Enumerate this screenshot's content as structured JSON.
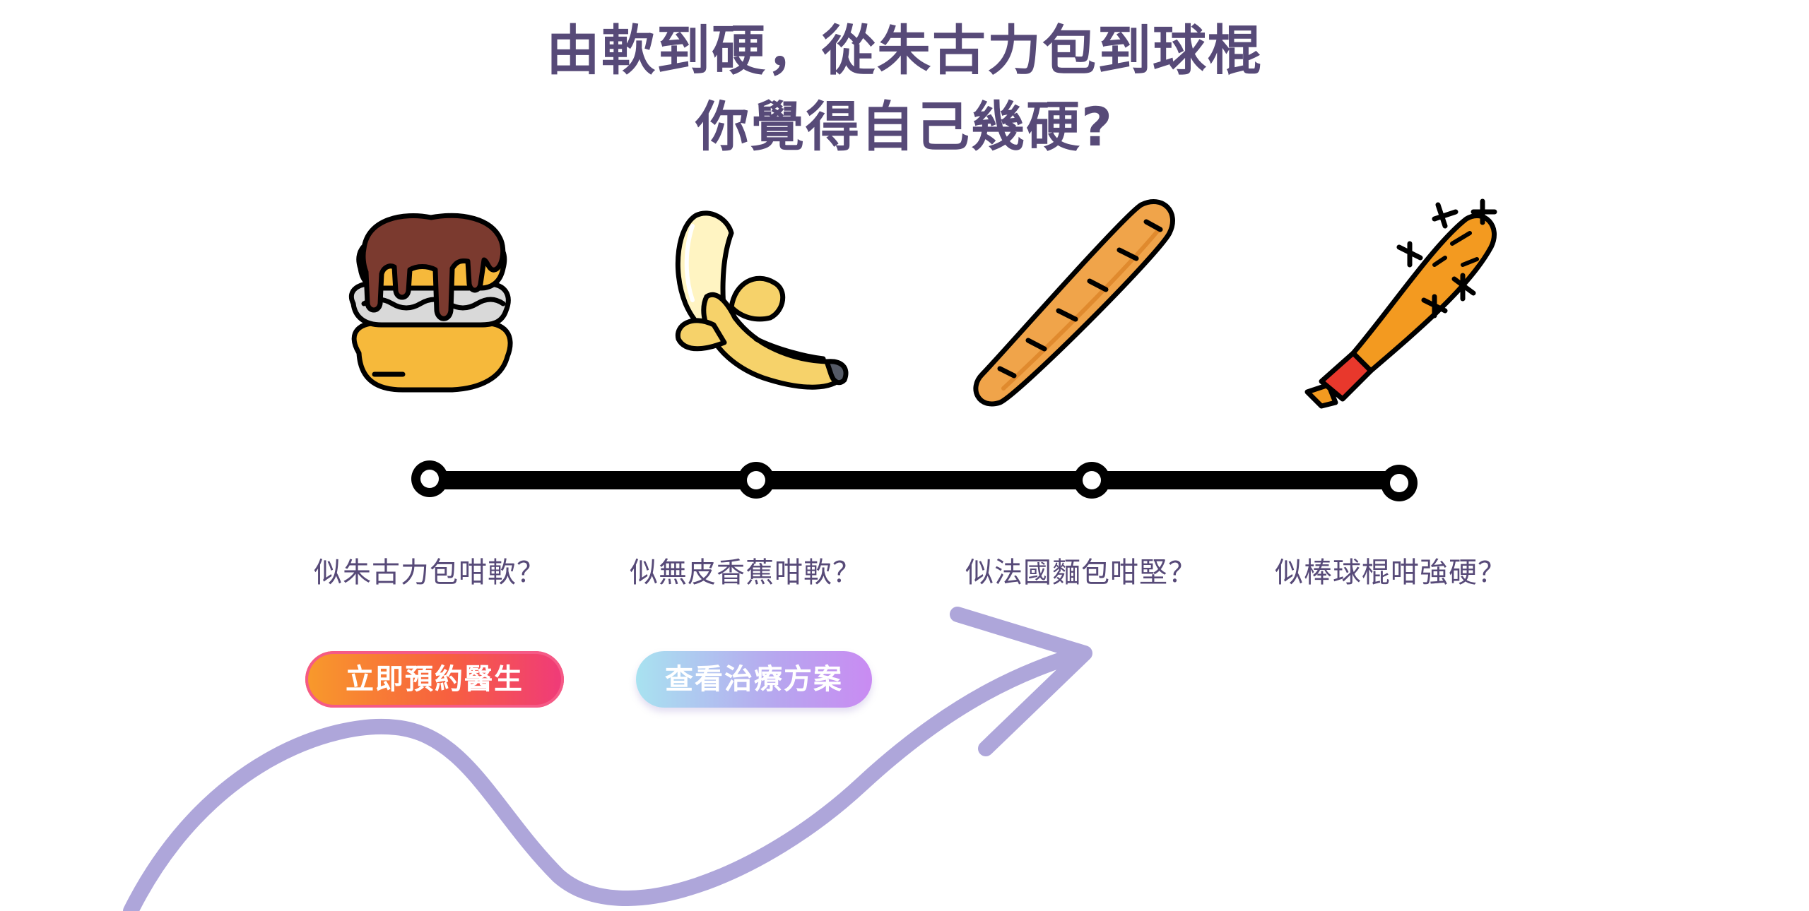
{
  "headline": {
    "line1": "由軟到硬，從朱古力包到球棍",
    "line2": "你覺得自己幾硬?"
  },
  "scale": {
    "items": [
      {
        "icon": "cream-puff-icon",
        "caption": "似朱古力包咁軟？"
      },
      {
        "icon": "peeled-banana-icon",
        "caption": "似無皮香蕉咁軟？"
      },
      {
        "icon": "baguette-icon",
        "caption": "似法國麵包咁堅？"
      },
      {
        "icon": "spiked-bat-icon",
        "caption": "似棒球棍咁強硬？"
      }
    ]
  },
  "actions": {
    "book_label": "立即預約醫生",
    "plan_label": "查看治療方案"
  },
  "colors": {
    "heading": "#574a78",
    "arrow": "#aea6da",
    "timeline": "#000000"
  }
}
